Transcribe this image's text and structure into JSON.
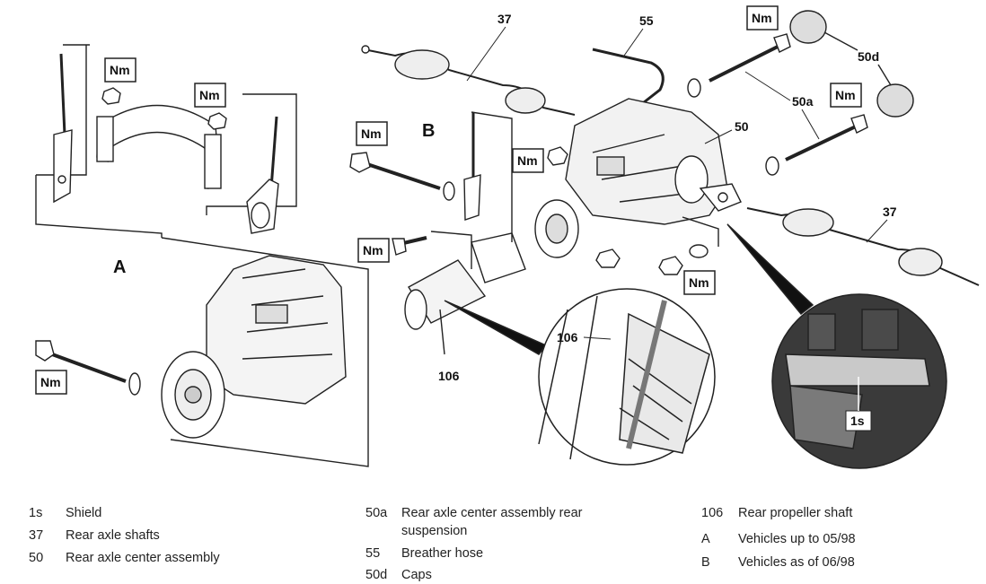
{
  "diagram": {
    "view_labels": {
      "a": "A",
      "b": "B"
    },
    "part_labels": {
      "p37_top": "37",
      "p55": "55",
      "p50d": "50d",
      "p50a": "50a",
      "p50": "50",
      "p37_right": "37",
      "p106": "106",
      "p106_detail": "106",
      "p1s": "1s"
    },
    "torque_tag": "Nm"
  },
  "legend": {
    "col1": [
      {
        "code": "1s",
        "text": "Shield"
      },
      {
        "code": "37",
        "text": "Rear axle shafts"
      },
      {
        "code": "50",
        "text": "Rear axle center assembly"
      }
    ],
    "col2": [
      {
        "code": "50a",
        "text": "Rear axle center assembly rear",
        "text2": "suspension"
      },
      {
        "code": "55",
        "text": "Breather hose"
      },
      {
        "code": "50d",
        "text": "Caps"
      }
    ],
    "col3": [
      {
        "code": "106",
        "text": "Rear propeller shaft"
      },
      {
        "code": "A",
        "text": "Vehicles up to 05/98"
      },
      {
        "code": "B",
        "text": "Vehicles as of 06/98"
      }
    ]
  }
}
